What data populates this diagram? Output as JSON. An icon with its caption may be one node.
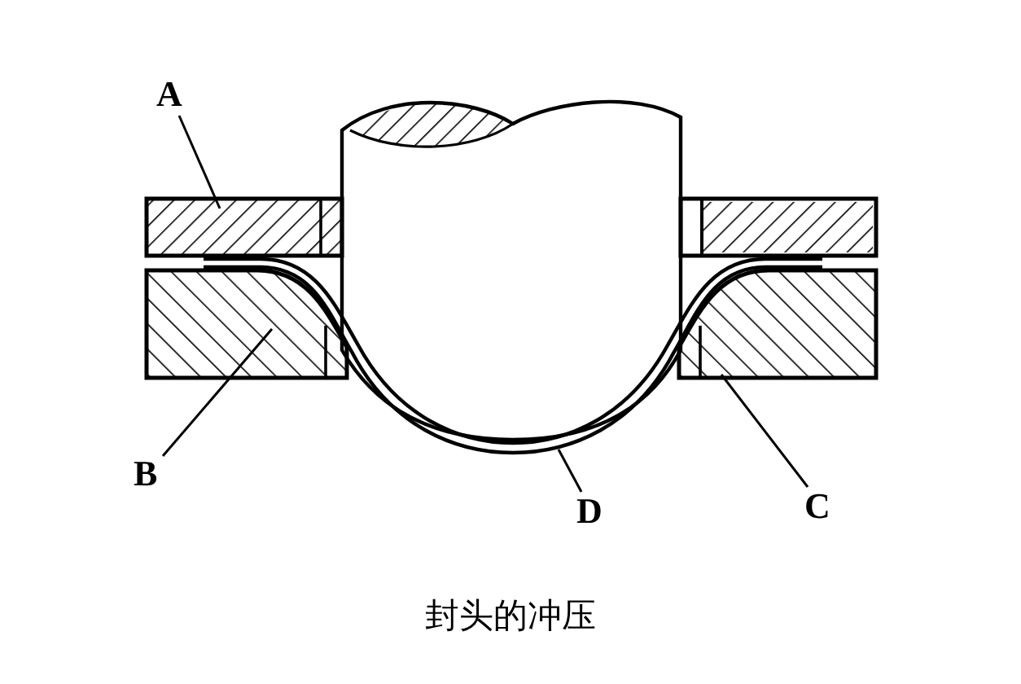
{
  "diagram": {
    "caption": "封头的冲压",
    "nodes": [
      {
        "text": [
          "A"
        ]
      },
      {
        "text": [
          "B"
        ]
      },
      {
        "text": [
          "D"
        ]
      },
      {
        "text": [
          "C"
        ]
      },
      {
        "text": [],
        "shape": "box"
      },
      {
        "text": [],
        "shape": "box"
      },
      {
        "text": [],
        "shape": "bar"
      },
      {
        "text": [],
        "shape": "box"
      }
    ],
    "edges": [
      {
        "from": 0,
        "to": 4,
        "arrow": "none"
      },
      {
        "from": 1,
        "to": 5,
        "arrow": "none"
      },
      {
        "from": 2,
        "to": 6,
        "arrow": "none"
      },
      {
        "from": 3,
        "to": 7,
        "arrow": "none"
      }
    ]
  }
}
